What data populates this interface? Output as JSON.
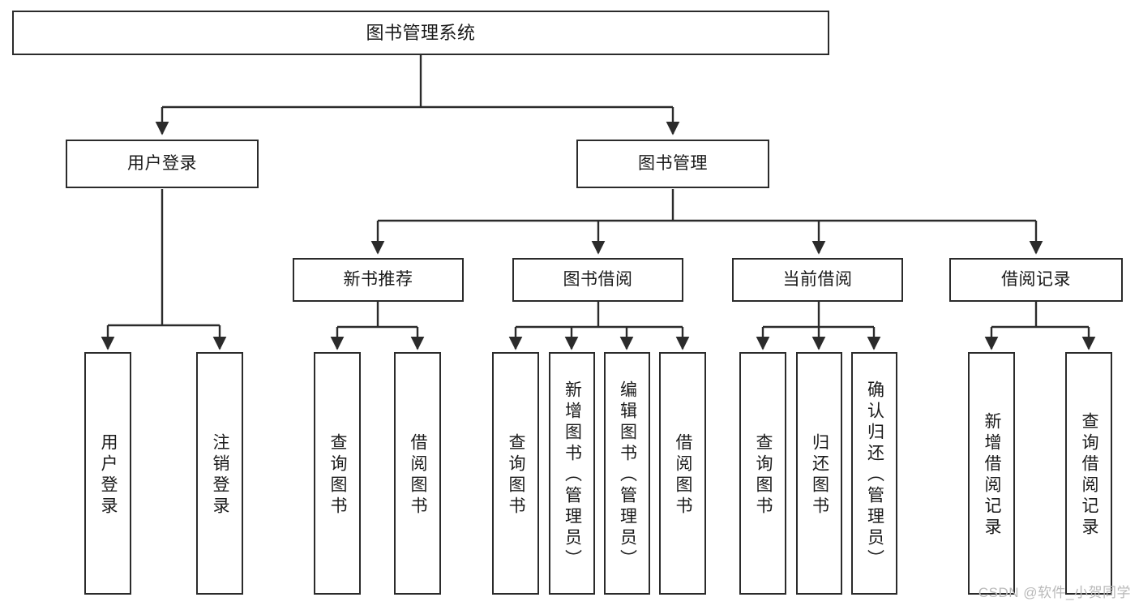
{
  "diagram": {
    "title": "图书管理系统",
    "type": "tree-hierarchy",
    "orientation": "top-down",
    "colors": {
      "background": "#ffffff",
      "node_fill": "#ffffff",
      "node_stroke": "#2b2b2b",
      "edge_stroke": "#2b2b2b",
      "text": "#1a1a1a",
      "watermark": "#b9b9b9"
    },
    "root": {
      "label": "图书管理系统"
    },
    "level2": [
      {
        "label": "用户登录"
      },
      {
        "label": "图书管理"
      }
    ],
    "level3": [
      {
        "label": "新书推荐"
      },
      {
        "label": "图书借阅"
      },
      {
        "label": "当前借阅"
      },
      {
        "label": "借阅记录"
      }
    ],
    "leaves": {
      "user_login": [
        {
          "label": "用户登录"
        },
        {
          "label": "注销登录"
        }
      ],
      "new_book_recommend": [
        {
          "label": "查询图书"
        },
        {
          "label": "借阅图书"
        }
      ],
      "book_borrow": [
        {
          "label": "查询图书"
        },
        {
          "label": "新增图书（管理员）"
        },
        {
          "label": "编辑图书（管理员）"
        },
        {
          "label": "借阅图书"
        }
      ],
      "current_borrow": [
        {
          "label": "查询图书"
        },
        {
          "label": "归还图书"
        },
        {
          "label": "确认归还（管理员）"
        }
      ],
      "borrow_records": [
        {
          "label": "新增借阅记录"
        },
        {
          "label": "查询借阅记录"
        }
      ]
    }
  },
  "watermark": {
    "text": "CSDN @软件_小贺同学"
  }
}
